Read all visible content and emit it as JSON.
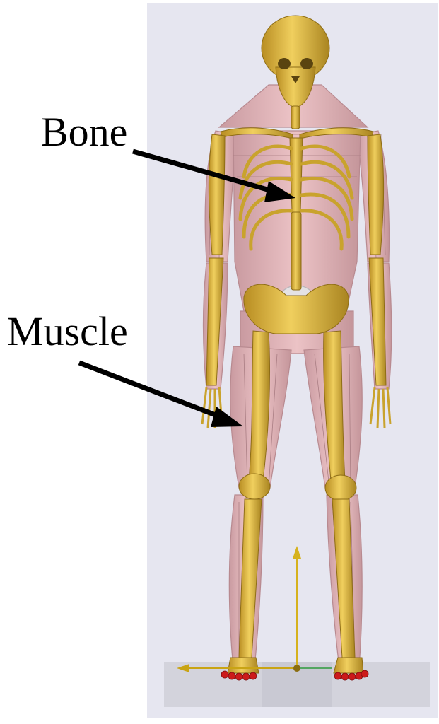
{
  "labels": {
    "bone": "Bone",
    "muscle": "Muscle"
  },
  "colors": {
    "viewport_bg": "#e6e6f0",
    "bone": "#d8b13a",
    "bone_dark": "#a98420",
    "muscle": "#e2b5b8",
    "muscle_line": "#b88a90",
    "arrow": "#000000",
    "floor": "#cfcfd8",
    "marker": "#cc1a1a",
    "axis_y": "#d6b21e",
    "axis_x": "#c9a414",
    "axis_z": "#2e9a3c"
  },
  "icons": {
    "coordinate_axes": "xyz-axes-icon",
    "foot_markers": "red-sphere-markers"
  }
}
